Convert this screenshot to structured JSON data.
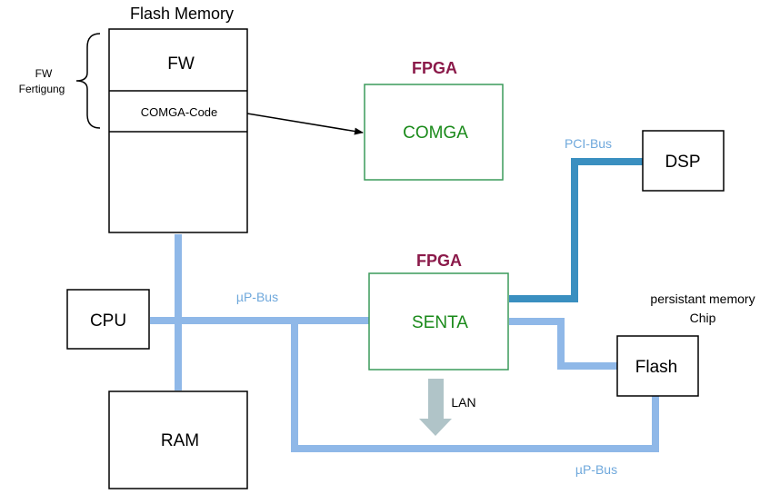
{
  "flash_memory": {
    "title": "Flash Memory",
    "fw_label": "FW",
    "comga_code_label": "COMGA-Code"
  },
  "brace_note": {
    "line1": "FW",
    "line2": "Fertigung"
  },
  "fpga_top": {
    "title": "FPGA",
    "label": "COMGA"
  },
  "fpga_mid": {
    "title": "FPGA",
    "label": "SENTA"
  },
  "dsp": {
    "label": "DSP"
  },
  "cpu": {
    "label": "CPU"
  },
  "ram": {
    "label": "RAM"
  },
  "flash_chip": {
    "label": "Flash",
    "note_line1": "persistant memory",
    "note_line2": "Chip"
  },
  "buses": {
    "pci": "PCI-Bus",
    "up_bus_top": "µP-Bus",
    "up_bus_bottom": "µP-Bus",
    "lan": "LAN"
  },
  "colors": {
    "fpga_title": "#8b1a4a",
    "fpga_label": "#1a8a1a",
    "fpga_border": "#3a9a5a",
    "bus_light": "#8fb8e8",
    "bus_dark": "#3a8fc0",
    "lan_arrow": "#b0c4c8"
  }
}
